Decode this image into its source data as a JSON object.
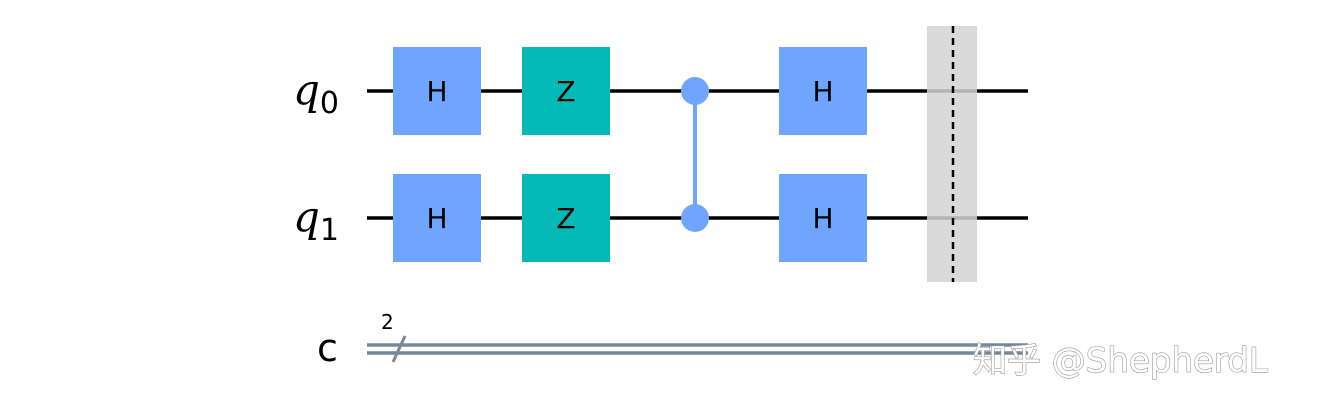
{
  "circuit": {
    "qubits": [
      {
        "letter": "q",
        "index": "0"
      },
      {
        "letter": "q",
        "index": "1"
      }
    ],
    "classical": {
      "label": "c",
      "size": "2"
    },
    "gates": [
      {
        "name": "H",
        "qubit": 0,
        "column": 0,
        "color": "#6fa4ff"
      },
      {
        "name": "H",
        "qubit": 1,
        "column": 0,
        "color": "#6fa4ff"
      },
      {
        "name": "Z",
        "qubit": 0,
        "column": 1,
        "color": "#05bab6"
      },
      {
        "name": "Z",
        "qubit": 1,
        "column": 1,
        "color": "#05bab6"
      },
      {
        "name": "H",
        "qubit": 0,
        "column": 3,
        "color": "#6fa4ff"
      },
      {
        "name": "H",
        "qubit": 1,
        "column": 3,
        "color": "#6fa4ff"
      }
    ],
    "controlled_z": {
      "qubits": [
        0,
        1
      ],
      "column": 2,
      "color": "#6fa4ff"
    },
    "barrier": {
      "column": 4,
      "color": "#d4d4d4"
    },
    "colors": {
      "wire": "#000000",
      "classical_wire": "#778899"
    }
  },
  "watermark": "知乎 @ShepherdL"
}
